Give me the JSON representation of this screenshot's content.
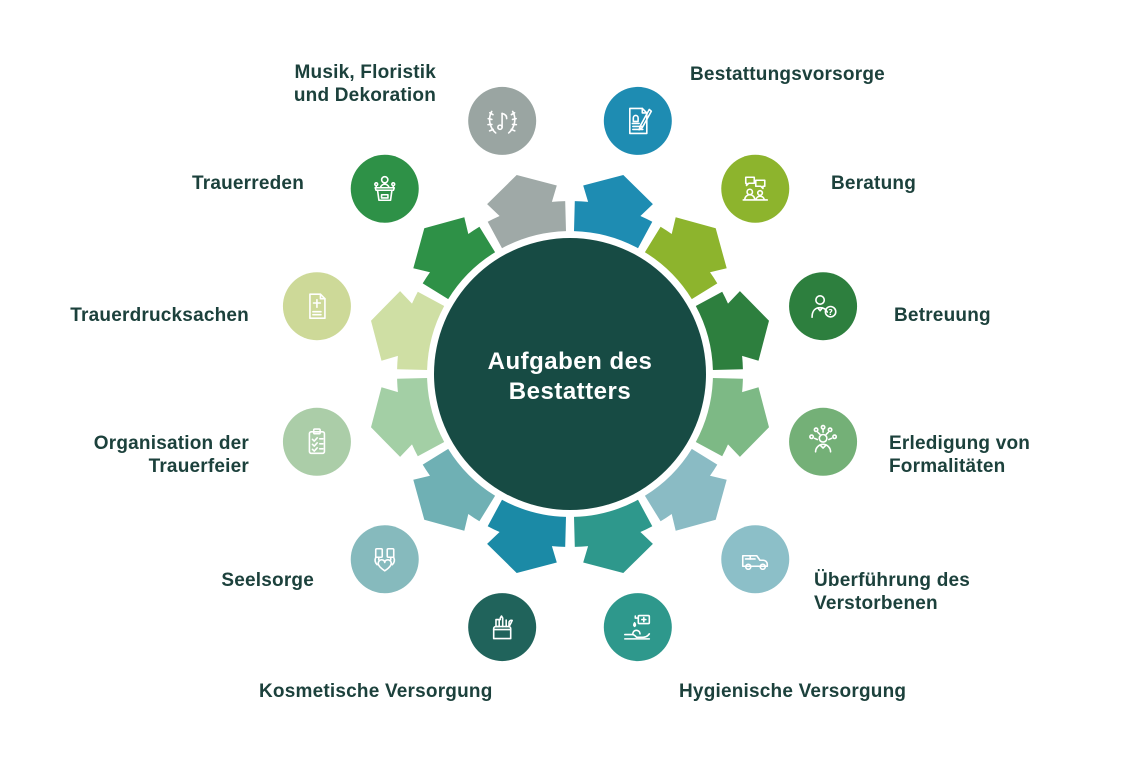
{
  "title": "Aufgaben des Bestatters",
  "background_color": "#ffffff",
  "label_color": "#1c413c",
  "wheel": {
    "center": {
      "title": "Aufgaben des\nBestatters",
      "fill_color": "#174b44",
      "text_color": "#ffffff"
    },
    "items": [
      {
        "label": "Bestattungsvorsorge",
        "icon": "contract-pen-icon",
        "segment_color": "#1e8cb2",
        "icon_color": "#1e8cb2"
      },
      {
        "label": "Beratung",
        "icon": "conversation-icon",
        "segment_color": "#8db42d",
        "icon_color": "#8db42d"
      },
      {
        "label": "Betreuung",
        "icon": "person-question-icon",
        "segment_color": "#2d7f3e",
        "icon_color": "#2d7f3e"
      },
      {
        "label": "Erledigung von\nFormalitäten",
        "icon": "person-contacts-icon",
        "segment_color": "#7db985",
        "icon_color": "#74b077"
      },
      {
        "label": "Überführung des\nVerstorbenen",
        "icon": "hearse-icon",
        "segment_color": "#8abbc4",
        "icon_color": "#8cbfc8"
      },
      {
        "label": "Hygienische Versorgung",
        "icon": "hand-sanitizer-icon",
        "segment_color": "#2e988c",
        "icon_color": "#2e988c"
      },
      {
        "label": "Kosmetische Versorgung",
        "icon": "cosmetics-bag-icon",
        "segment_color": "#1b8aa6",
        "icon_color": "#20635b"
      },
      {
        "label": "Seelsorge",
        "icon": "hands-heart-icon",
        "segment_color": "#6fb0b4",
        "icon_color": "#86babd"
      },
      {
        "label": "Organisation der\nTrauerfeier",
        "icon": "clipboard-checklist-icon",
        "segment_color": "#a3cfa5",
        "icon_color": "#abcda8"
      },
      {
        "label": "Trauerdrucksachen",
        "icon": "memorial-card-icon",
        "segment_color": "#cfdfa4",
        "icon_color": "#cdd998"
      },
      {
        "label": "Trauerreden",
        "icon": "speaker-podium-icon",
        "segment_color": "#2e9147",
        "icon_color": "#2e9147"
      },
      {
        "label": "Musik, Floristik\nund Dekoration",
        "icon": "laurel-wreath-music-icon",
        "segment_color": "#9fa9a7",
        "icon_color": "#9aa5a2"
      }
    ]
  }
}
